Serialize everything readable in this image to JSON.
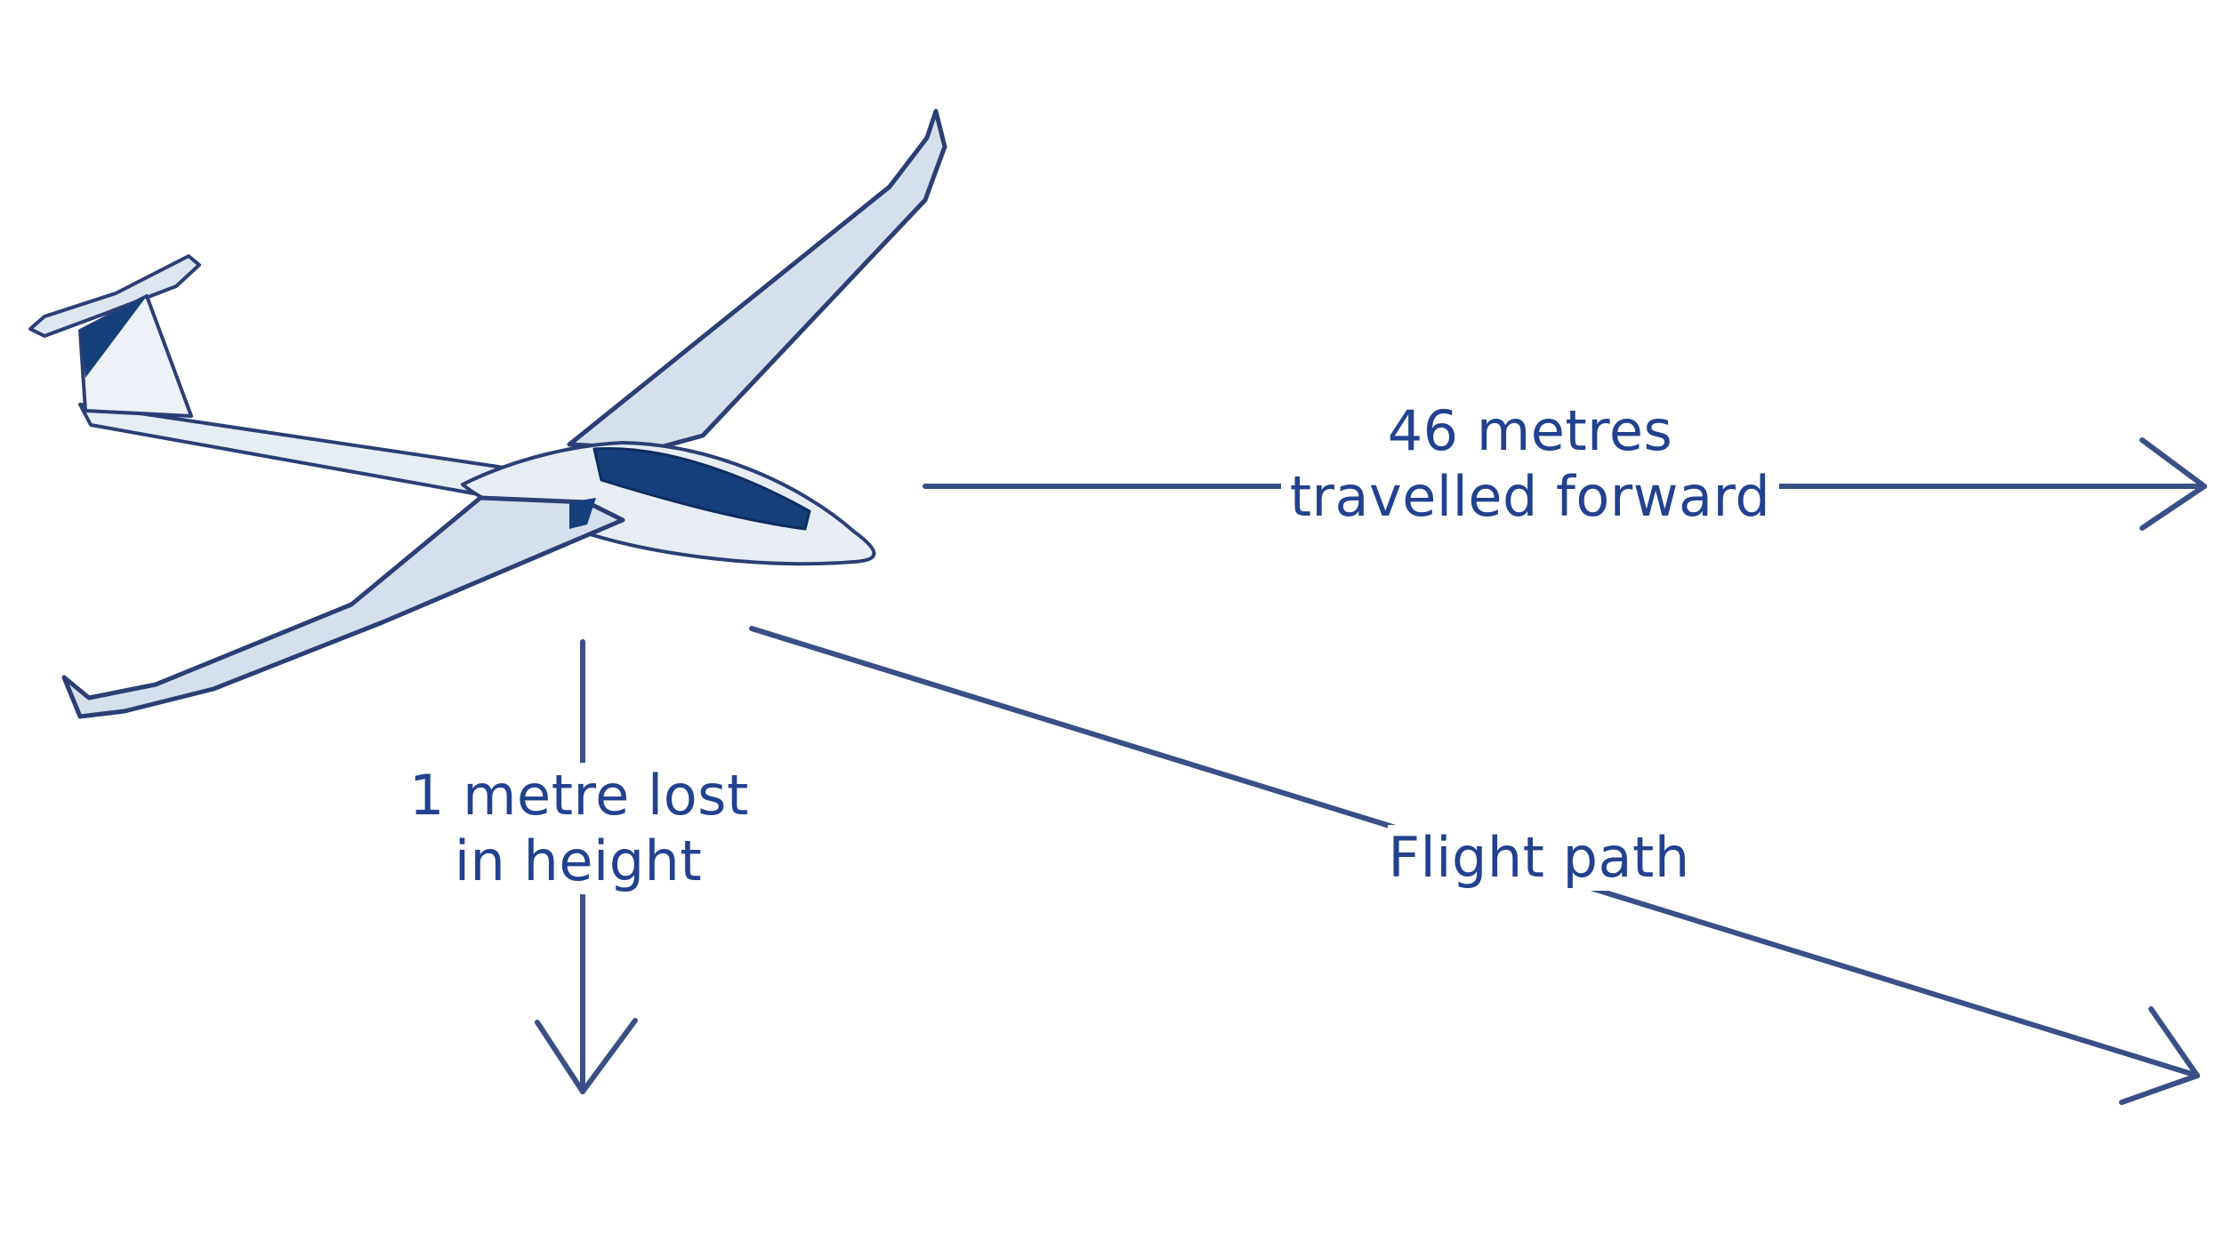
{
  "diagram": {
    "labels": {
      "forward": {
        "line1": "46 metres",
        "line2": "travelled forward"
      },
      "height": {
        "line1": "1 metre lost",
        "line2": "in height"
      },
      "flight_path": "Flight path"
    },
    "colors": {
      "ink": "#22418e",
      "arrow": "#3a4f86",
      "glider_body": "#d9e2ee",
      "glider_light": "#eef2f8",
      "canopy": "#153f7a"
    },
    "icons": {
      "glider": "glider-illustration"
    }
  }
}
